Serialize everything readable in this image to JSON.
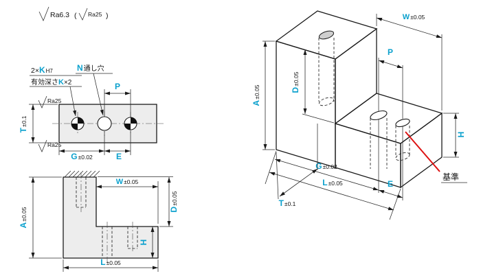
{
  "colors": {
    "accent_cyan": "#0aa0cd",
    "line_black": "#1a1a1a",
    "datum_red": "#dd1111",
    "top_face_gray": "#b4b4b4"
  },
  "surface_note": {
    "symbol_value": "Ra6.3",
    "paren_open": "(",
    "paren_value": "Ra25",
    "paren_close": ")"
  },
  "roughness_local": "Ra25",
  "notes": {
    "k_qty": "2×",
    "k_letter": "K",
    "k_fit": "H7",
    "depth_prefix": "有効深さ",
    "depth_letter": "K",
    "depth_suffix": "×2",
    "n_letter": "N",
    "n_text": "通し穴",
    "datum": "基準"
  },
  "dims": {
    "A": {
      "letter": "A",
      "tol": "±0.05"
    },
    "W": {
      "letter": "W",
      "tol": "±0.05"
    },
    "D": {
      "letter": "D",
      "tol": "±0.05"
    },
    "L": {
      "letter": "L",
      "tol": "±0.05"
    },
    "G": {
      "letter": "G",
      "tol": "±0.02"
    },
    "T": {
      "letter": "T",
      "tol": "±0.1"
    },
    "P": {
      "letter": "P"
    },
    "E": {
      "letter": "E"
    },
    "H": {
      "letter": "H"
    }
  }
}
